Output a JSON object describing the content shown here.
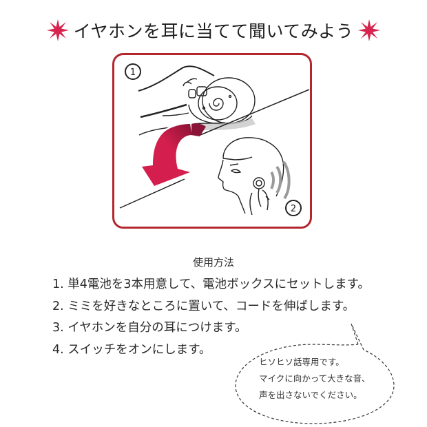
{
  "header": {
    "title": "イヤホンを耳に当てて聞いてみよう",
    "star_color": "#d6234f"
  },
  "illustration": {
    "frame_color": "#b3262e",
    "arrow_color": "#d41f4e",
    "step_markers": [
      "1",
      "2"
    ]
  },
  "usage": {
    "heading": "使用方法",
    "steps": [
      "1. 単4電池を3本用意して、電池ボックスにセットします。",
      "2. ミミを好きなところに置いて、コードを伸ばします。",
      "3. イヤホンを自分の耳につけます。",
      "4. スイッチをオンにします。"
    ]
  },
  "note_bubble": {
    "lines": [
      "ヒソヒソ話専用です。",
      "マイクに向かって大きな音、",
      "声を出さないでください。"
    ]
  }
}
